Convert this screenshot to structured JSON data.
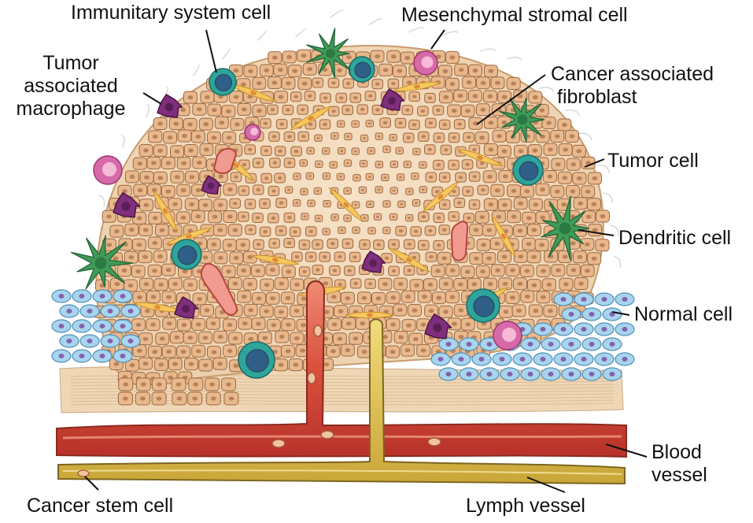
{
  "labels": {
    "immune": "Immunitary system cell",
    "msc": "Mesenchymal stromal cell",
    "tam": [
      "Tumor",
      "associated",
      "macrophage"
    ],
    "caf": [
      "Cancer associated",
      "fibroblast"
    ],
    "tumor": "Tumor cell",
    "dendritic": "Dendritic cell",
    "normal": "Normal cell",
    "blood": [
      "Blood",
      "vessel"
    ],
    "csc": "Cancer stem cell",
    "lymph": "Lymph vessel"
  },
  "colors": {
    "tumor_fill": "#e9b88d",
    "tumor_edge": "#9a6a44",
    "nucleus": "#b8835a",
    "stroma": "#f2ddc0",
    "caf": "#f6c75e",
    "macrophage": "#7f2f7b",
    "immune_ring": "#2ea49a",
    "immune_core": "#2f5f86",
    "msc": "#d66aa8",
    "dendritic": "#3f9b57",
    "normal": "#a9d4ee",
    "normal_nucleus": "#8262ad",
    "blood": "#d7503e",
    "lymph": "#ddbd4c"
  }
}
